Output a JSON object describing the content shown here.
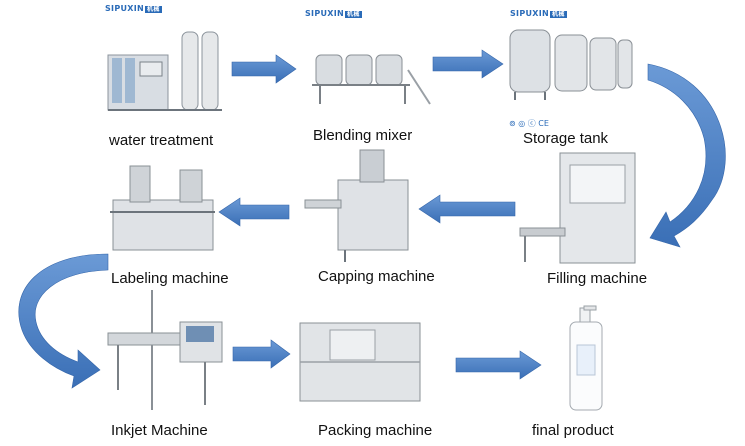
{
  "brand": {
    "name": "SIPUXIN",
    "tag": "机械"
  },
  "certifications": "⊚ ◎ ⓒ CE",
  "colors": {
    "arrow": "#4a7fc4",
    "arrow_dark": "#3566aa",
    "brand": "#2a6bb8"
  },
  "steps": [
    {
      "id": "water",
      "label": "water treatment"
    },
    {
      "id": "blend",
      "label": "Blending mixer"
    },
    {
      "id": "storage",
      "label": "Storage tank"
    },
    {
      "id": "filling",
      "label": "Filling machine"
    },
    {
      "id": "capping",
      "label": "Capping machine"
    },
    {
      "id": "labeling",
      "label": "Labeling  machine"
    },
    {
      "id": "inkjet",
      "label": "Inkjet Machine"
    },
    {
      "id": "packing",
      "label": "Packing machine"
    },
    {
      "id": "final",
      "label": "final product"
    }
  ]
}
